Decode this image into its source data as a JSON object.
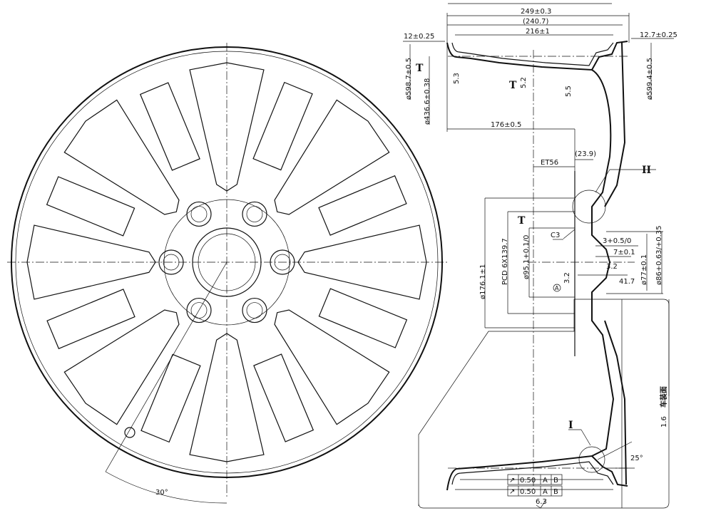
{
  "front_view": {
    "angle_label": "30°"
  },
  "section_view": {
    "overall_width": "249±0.3",
    "ref_width": "(240.7)",
    "inner_width": "216±1",
    "left_flange": "12±0.25",
    "right_flange": "12.7±0.25",
    "left_bead_dia": "ø598.7±0.5",
    "right_bead_dia": "ø599.4±0.5",
    "well_dia": "ø436.6±0.38",
    "thickness_1": "5.3",
    "thickness_2": "5.2",
    "thickness_3": "5.5",
    "t_mark": "T",
    "disc_offset": "176±0.5",
    "et": "ET56",
    "ref_23": "(23.9)",
    "detail_2": "II",
    "detail_1": "I",
    "flange_dia": "ø176.1±1",
    "pcd": "PCD 6X139.7",
    "bore_dia": "ø95.1+0.1/0",
    "chamfer": "C3",
    "groove": "3+0.5/0",
    "depth": "7±0.1",
    "hub_dia": "ø77±0.1",
    "pilot_dia": "ø86+0.63/+0.35",
    "roughness_1": "3.2",
    "roughness_2": "3.2",
    "length_41": "41.7",
    "datum_a": "A",
    "mount_face_roughness": "1.6",
    "mount_face_note": "车装面",
    "angle_25": "25°",
    "runout_1": {
      "value": "0.50",
      "datum1": "A",
      "datum2": "B"
    },
    "runout_2": {
      "value": "0.50",
      "datum1": "A",
      "datum2": "B"
    },
    "roughness_bottom": "6.3"
  }
}
